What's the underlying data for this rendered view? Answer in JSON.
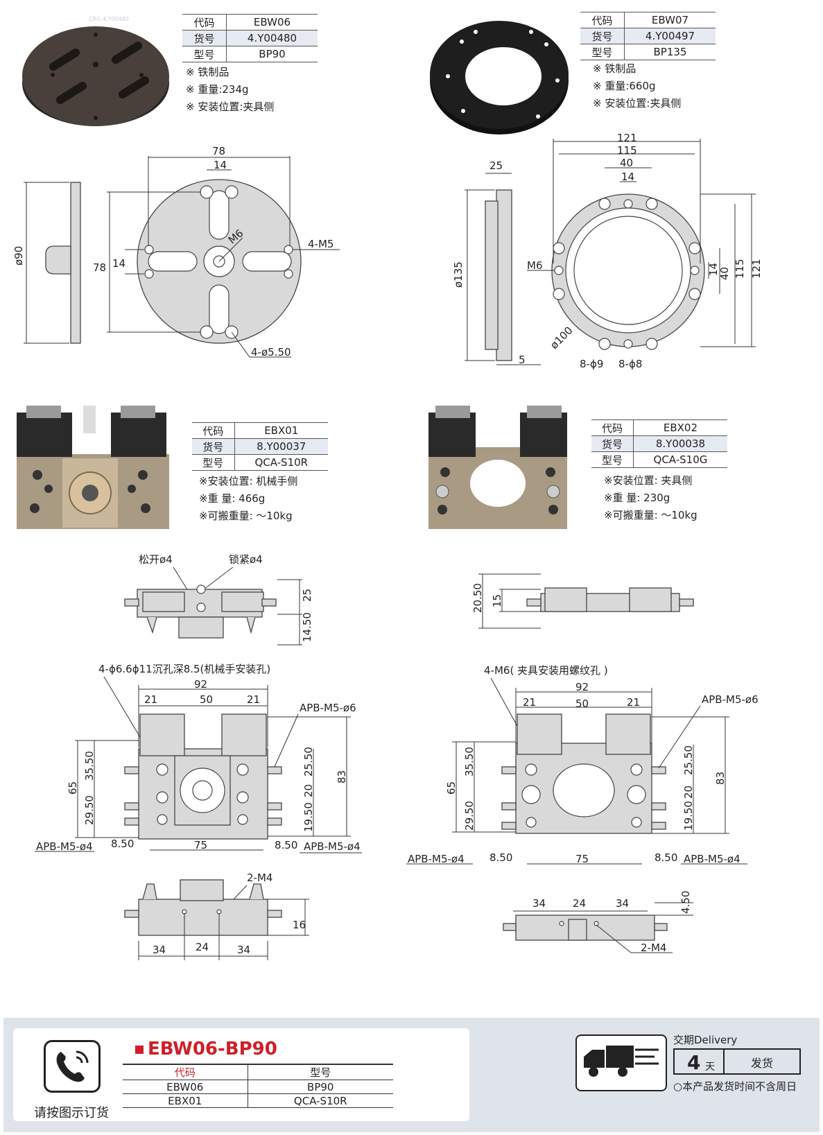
{
  "products": {
    "ebw06": {
      "rows": [
        {
          "k": "代码",
          "v": "EBW06"
        },
        {
          "k": "货号",
          "v": "4.Y00480"
        },
        {
          "k": "型号",
          "v": "BP90"
        }
      ],
      "notes": [
        "※ 铁制品",
        "※ 重量:234g",
        "※ 安装位置:夹具侧"
      ],
      "photo_marking": "CRG 4.Y00480"
    },
    "ebw07": {
      "rows": [
        {
          "k": "代码",
          "v": "EBW07"
        },
        {
          "k": "货号",
          "v": "4.Y00497"
        },
        {
          "k": "型号",
          "v": "BP135"
        }
      ],
      "notes": [
        "※ 铁制品",
        "※ 重量:660g",
        "※ 安装位置:夹具侧"
      ]
    },
    "ebx01": {
      "rows": [
        {
          "k": "代码",
          "v": "EBX01"
        },
        {
          "k": "货号",
          "v": "8.Y00037"
        },
        {
          "k": "型号",
          "v": "QCA-S10R"
        }
      ],
      "notes": [
        "※安装位置: 机械手侧",
        "※重 量: 466g",
        "※可搬重量: ～10kg"
      ]
    },
    "ebx02": {
      "rows": [
        {
          "k": "代码",
          "v": "EBX02"
        },
        {
          "k": "货号",
          "v": "8.Y00038"
        },
        {
          "k": "型号",
          "v": "QCA-S10G"
        }
      ],
      "notes": [
        "※安装位置: 夹具侧",
        "※重 量: 230g",
        "※可搬重量: ～10kg"
      ]
    }
  },
  "drawings": {
    "bp90": {
      "d78": "78",
      "d14": "14",
      "phi90": "ø90",
      "m6": "M6",
      "m5": "4-M5",
      "holes": "4-ø5.50"
    },
    "bp135": {
      "d121": "121",
      "d115": "115",
      "d40": "40",
      "d14": "14",
      "d25": "25",
      "phi135": "ø135",
      "m6": "M6",
      "d5": "5",
      "phi100": "ø100",
      "h9": "8-ϕ9",
      "h8": "8-ϕ8"
    },
    "s10r_top": {
      "release": "松开ø4",
      "lock": "锁紧ø4",
      "d25": "25",
      "d1450": "14.50"
    },
    "s10r_front": {
      "callout": "4-ϕ6.6ϕ11沉孔深8.5(机械手安装孔)",
      "d92": "92",
      "d21a": "21",
      "d50": "50",
      "d21b": "21",
      "apb6": "APB-M5-ø6",
      "d65": "65",
      "d3550": "35.50",
      "d2950": "29.50",
      "d2550": "25.50",
      "d20": "20",
      "d1950": "19.50",
      "d83": "83",
      "apb4l": "APB-M5-ø4",
      "d850l": "8.50",
      "d75": "75",
      "d850r": "8.50",
      "apb4r": "APB-M5-ø4"
    },
    "s10r_bottom": {
      "m4": "2-M4",
      "d16": "16",
      "d34a": "34",
      "d24": "24",
      "d34b": "34"
    },
    "s10g_top": {
      "d2050": "20.50",
      "d15": "15"
    },
    "s10g_front": {
      "callout": "4-M6( 夹具安装用螺纹孔 )",
      "d92": "92",
      "d21a": "21",
      "d50": "50",
      "d21b": "21",
      "apb6": "APB-M5-ø6",
      "d3550": "35.50",
      "d65": "65",
      "d2950": "29.50",
      "d2550": "25.50",
      "d20": "20",
      "d1950": "19.50",
      "d83": "83",
      "apb4l": "APB-M5-ø4",
      "d850l": "8.50",
      "d75": "75",
      "d850r": "8.50",
      "apb4r": "APB-M5-ø4"
    },
    "s10g_bottom": {
      "d34a": "34",
      "d24": "24",
      "d34b": "34",
      "d450": "4.50",
      "m4": "2-M4"
    }
  },
  "footer": {
    "order_label": "请按图示订货",
    "model": "EBW06-BP90",
    "table_headers": [
      "代码",
      "型号"
    ],
    "table_rows": [
      [
        "EBW06",
        "BP90"
      ],
      [
        "EBX01",
        "QCA-S10R"
      ]
    ],
    "delivery_label": "交期Delivery",
    "days": "4",
    "days_unit": "天",
    "ship": "发货",
    "note": "本产品发货时间不含周日"
  },
  "colors": {
    "accent": "#d01f2a",
    "footer_bg": "#dfe3ea",
    "table_highlight": "#e6eaf2"
  }
}
